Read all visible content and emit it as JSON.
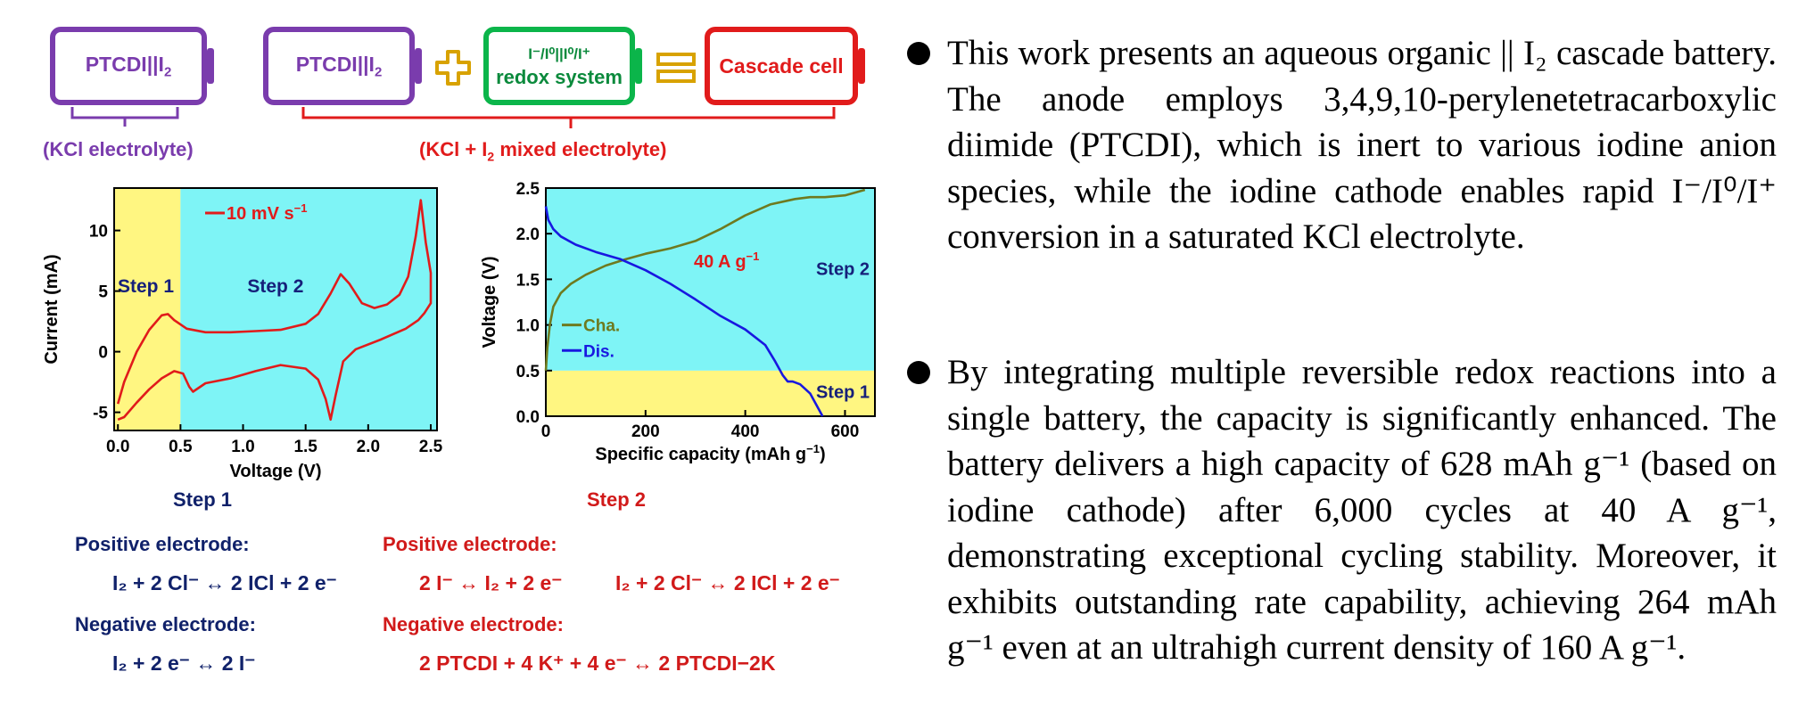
{
  "diagram": {
    "battery1": {
      "label": "PTCDI||I",
      "sub": "2"
    },
    "battery1_caption": "(KCl electrolyte)",
    "battery2": {
      "label": "PTCDI||I",
      "sub": "2"
    },
    "plus_symbol": "+",
    "redox_box": {
      "line1": "I⁻/I⁰||I⁰/I⁺",
      "line2": "redox system"
    },
    "equals_symbol": "=",
    "cascade_box": "Cascade cell",
    "mixed_caption": {
      "pre": "(KCl + I",
      "sub": "2",
      "post": " mixed electrolyte)"
    }
  },
  "chart_data": [
    {
      "type": "line",
      "title": "",
      "xlabel": "Voltage (V)",
      "ylabel": "Current (mA)",
      "xlim": [
        -0.03,
        2.55
      ],
      "ylim": [
        -6.5,
        13.5
      ],
      "xticks": [
        "0.0",
        "0.5",
        "1.0",
        "1.5",
        "2.0",
        "2.5"
      ],
      "xtick_values": [
        0.0,
        0.5,
        1.0,
        1.5,
        2.0,
        2.5
      ],
      "yticks": [
        "-5",
        "0",
        "5",
        "10"
      ],
      "ytick_values": [
        -5,
        0,
        5,
        10
      ],
      "regions": [
        {
          "label": "Step 1",
          "x_range": [
            -0.03,
            0.5
          ],
          "color": "#fff681"
        },
        {
          "label": "Step 2",
          "x_range": [
            0.5,
            2.55
          ],
          "color": "#7ef4f6"
        }
      ],
      "legend": [
        {
          "name": "10 mV s",
          "sup": "−1",
          "color": "#e11b1b"
        }
      ],
      "series": [
        {
          "name": "10 mV s⁻¹",
          "color": "#e11b1b",
          "x": [
            0.0,
            0.05,
            0.15,
            0.25,
            0.35,
            0.4,
            0.45,
            0.55,
            0.7,
            0.9,
            1.1,
            1.3,
            1.5,
            1.6,
            1.7,
            1.78,
            1.85,
            1.95,
            2.05,
            2.15,
            2.25,
            2.32,
            2.38,
            2.42,
            2.46,
            2.5,
            2.5,
            2.45,
            2.4,
            2.3,
            2.1,
            1.9,
            1.8,
            1.74,
            1.7,
            1.66,
            1.6,
            1.5,
            1.3,
            1.1,
            0.9,
            0.7,
            0.6,
            0.57,
            0.52,
            0.45,
            0.35,
            0.25,
            0.15,
            0.05,
            0.0
          ],
          "y": [
            -4.3,
            -2.5,
            0.0,
            1.8,
            3.0,
            3.1,
            2.6,
            1.9,
            1.6,
            1.6,
            1.7,
            1.8,
            2.3,
            3.1,
            4.8,
            6.4,
            5.6,
            4.0,
            3.6,
            3.9,
            4.7,
            6.2,
            9.5,
            12.5,
            9.0,
            6.5,
            4.0,
            3.2,
            2.6,
            1.9,
            1.0,
            0.2,
            -0.8,
            -3.6,
            -5.6,
            -3.9,
            -2.3,
            -1.4,
            -1.1,
            -1.6,
            -2.2,
            -2.6,
            -3.3,
            -2.9,
            -1.8,
            -1.6,
            -2.2,
            -3.1,
            -4.2,
            -5.4,
            -5.6
          ]
        }
      ]
    },
    {
      "type": "line",
      "title": "",
      "xlabel": "Specific capacity (mAh g",
      "xlabel_sup": "−1",
      "xlabel_tail": ")",
      "ylabel": "Voltage (V)",
      "xlim": [
        0,
        660
      ],
      "ylim": [
        0,
        2.5
      ],
      "xticks": [
        "0",
        "200",
        "400",
        "600"
      ],
      "xtick_values": [
        0,
        200,
        400,
        600
      ],
      "yticks": [
        "0.0",
        "0.5",
        "1.0",
        "1.5",
        "2.0",
        "2.5"
      ],
      "ytick_values": [
        0.0,
        0.5,
        1.0,
        1.5,
        2.0,
        2.5
      ],
      "regions": [
        {
          "label": "Step 1",
          "y_range": [
            0,
            0.5
          ],
          "color": "#fff681"
        },
        {
          "label": "Step 2",
          "y_range": [
            0.5,
            2.5
          ],
          "color": "#7ef4f6"
        }
      ],
      "annotation": {
        "text": "40 A g",
        "sup": "−1",
        "color": "#e11b1b"
      },
      "series": [
        {
          "name": "Cha.",
          "color": "#6e7a1f",
          "x": [
            0,
            3,
            8,
            15,
            30,
            50,
            80,
            120,
            160,
            200,
            250,
            300,
            350,
            400,
            450,
            500,
            530,
            560,
            600,
            640
          ],
          "y": [
            0.5,
            0.75,
            1.0,
            1.2,
            1.35,
            1.45,
            1.55,
            1.65,
            1.72,
            1.78,
            1.84,
            1.92,
            2.05,
            2.2,
            2.32,
            2.38,
            2.4,
            2.4,
            2.42,
            2.48
          ]
        },
        {
          "name": "Dis.",
          "color": "#1818e0",
          "x": [
            0,
            5,
            15,
            30,
            60,
            100,
            150,
            200,
            250,
            300,
            350,
            400,
            440,
            460,
            475,
            485,
            495,
            510,
            530,
            545,
            555
          ],
          "y": [
            2.3,
            2.15,
            2.05,
            1.97,
            1.88,
            1.8,
            1.72,
            1.6,
            1.45,
            1.28,
            1.1,
            0.95,
            0.78,
            0.6,
            0.45,
            0.38,
            0.38,
            0.35,
            0.25,
            0.1,
            0.0
          ]
        }
      ]
    }
  ],
  "equations": {
    "step1_title": "Step 1",
    "step2_title": "Step 2",
    "pos_label_1": "Positive electrode:",
    "pos_label_2": "Positive electrode:",
    "neg_label_1": "Negative electrode:",
    "neg_label_2": "Negative electrode:",
    "eq_step1_pos": "I₂ + 2 Cl⁻  ↔  2 ICl + 2 e⁻",
    "eq_step1_neg": "I₂ + 2 e⁻  ↔   2 I⁻",
    "eq_step2_pos_a": "2 I⁻  ↔   I₂ + 2 e⁻",
    "eq_step2_pos_b": "I₂ + 2 Cl⁻  ↔  2 ICl  + 2 e⁻",
    "eq_step2_neg": "2 PTCDI + 4 K⁺ + 4 e⁻  ↔  2 PTCDI−2K"
  },
  "text": {
    "bullet1": "This work presents an aqueous organic || I₂ cascade battery. The anode employs 3,4,9,10-perylenetetracarboxylic diimide (PTCDI), which is inert to various iodine anion species, while the iodine cathode enables rapid I⁻/I⁰/I⁺ conversion in a saturated KCl electrolyte.",
    "bullet2": "By integrating multiple reversible redox reactions into a single battery, the capacity is significantly enhanced. The battery delivers a high capacity of 628 mAh g⁻¹ (based on iodine cathode) after 6,000 cycles at 40 A g⁻¹, demonstrating exceptional cycling stability. Moreover, it exhibits outstanding rate capability, achieving 264 mAh g⁻¹ even at an ultrahigh current density of 160 A g⁻¹."
  }
}
